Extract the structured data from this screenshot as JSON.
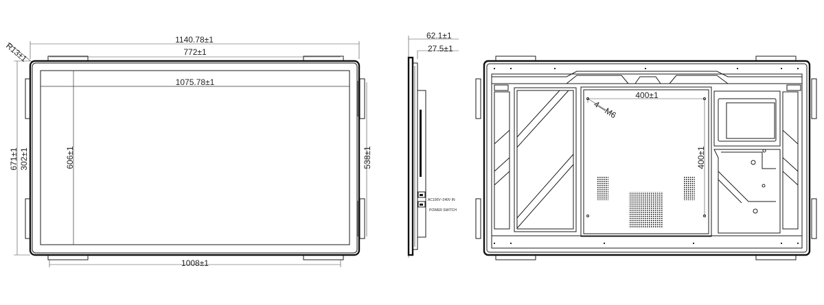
{
  "front_view": {
    "dims": {
      "overall_width": "1140.78±1",
      "top_mount": "772±1",
      "active_width": "1075.78±1",
      "bottom_mount": "1008±1",
      "overall_height": "671±1",
      "side_mount": "302±1",
      "active_height": "606±1",
      "right_mount": "538±1",
      "corner_radius": "R13±1"
    }
  },
  "side_view": {
    "dims": {
      "depth": "62.1±1",
      "bezel_depth": "27.5±1"
    },
    "labels": {
      "power_input": "AC100V~240V IN",
      "power_switch": "POWER SWITCH"
    }
  },
  "rear_view": {
    "dims": {
      "vesa_width": "400±1",
      "vesa_height": "400±1",
      "vesa_screws": "4—M6"
    }
  },
  "colors": {
    "line": "#1a1a1a",
    "background": "#ffffff"
  }
}
